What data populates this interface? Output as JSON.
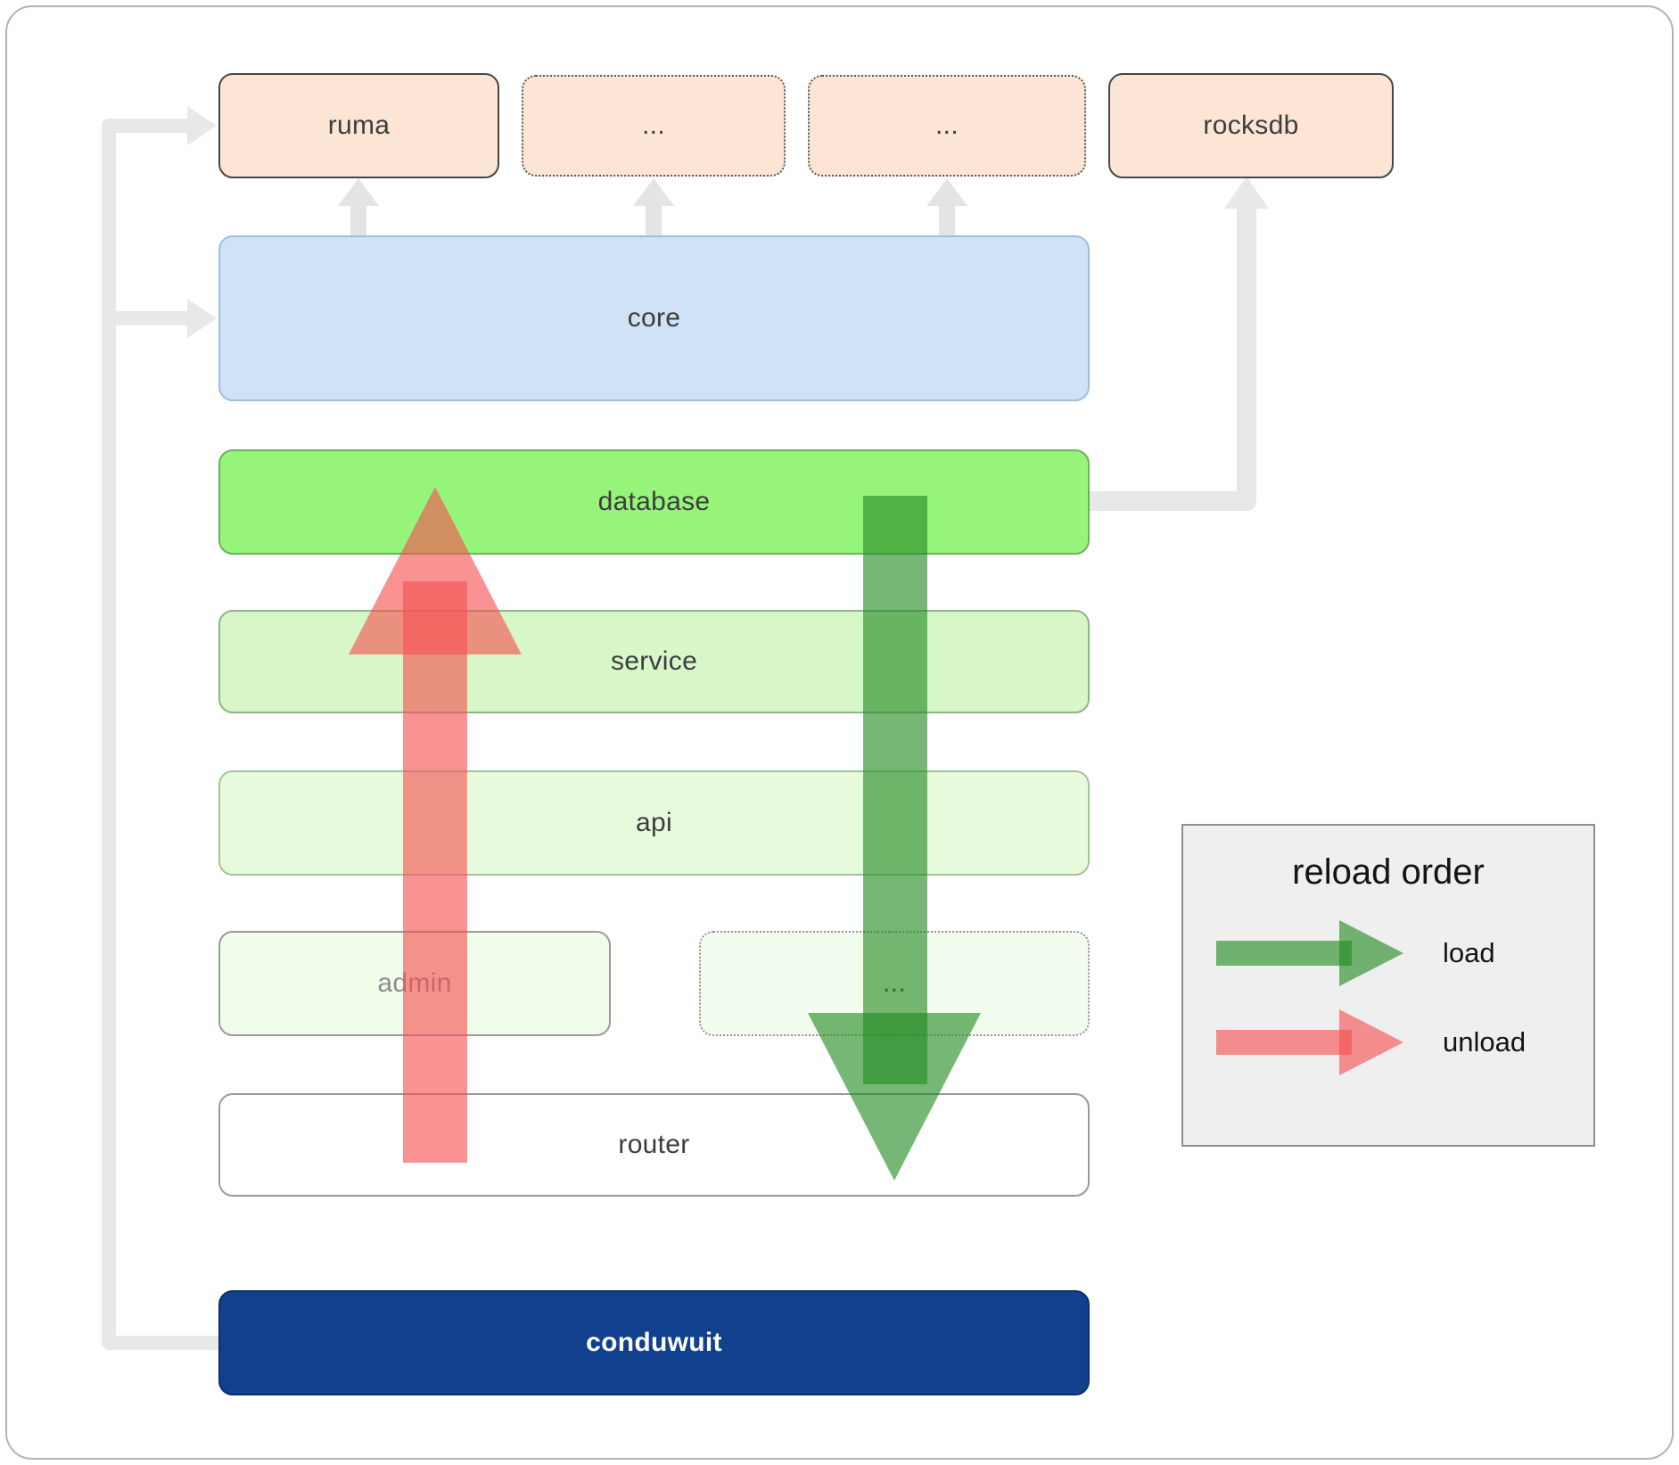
{
  "boxes": {
    "ruma": {
      "label": "ruma"
    },
    "ext1": {
      "label": "..."
    },
    "ext2": {
      "label": "..."
    },
    "rocksdb": {
      "label": "rocksdb"
    },
    "core": {
      "label": "core"
    },
    "database": {
      "label": "database"
    },
    "service": {
      "label": "service"
    },
    "api": {
      "label": "api"
    },
    "admin": {
      "label": "admin"
    },
    "ext3": {
      "label": "..."
    },
    "router": {
      "label": "router"
    },
    "conduwuit": {
      "label": "conduwuit"
    }
  },
  "legend": {
    "title": "reload order",
    "items": [
      {
        "label": "load",
        "direction": "down"
      },
      {
        "label": "unload",
        "direction": "up"
      }
    ]
  },
  "arrows": {
    "load": {
      "color": "rgba(34,139,34,0.62)"
    },
    "unload": {
      "color": "rgba(245,80,80,0.62)"
    },
    "dependency_color": "#e8e8e8"
  },
  "colors": {
    "dependency_fill": "#fce5d4",
    "core_fill": "#cfe2f7",
    "database_fill": "#96f47b",
    "service_fill": "#d8f7c9",
    "api_fill": "#e7fbdc",
    "admin_fill": "#f0fdeb",
    "router_fill": "#ffffff",
    "conduwuit_fill": "#10408e",
    "frame_border": "#b3b3b3",
    "legend_bg": "#efefef"
  }
}
